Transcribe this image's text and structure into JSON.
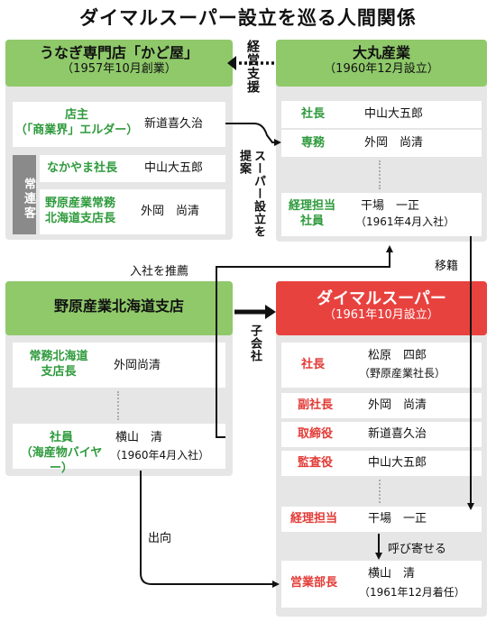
{
  "title": "ダイマルスーパー設立を巡る人間関係",
  "unagi": {
    "name": "うなぎ専門店「かど屋」",
    "sub": "（1957年10月創業）",
    "owner_role_1": "店主",
    "owner_role_2": "（「商業界」エルダー）",
    "owner_name": "新道喜久治",
    "regulars_label": "常連客",
    "nakayama_role": "なかやま社長",
    "nakayama_name": "中山大五郎",
    "nohara_role_1": "野原産業常務",
    "nohara_role_2": "北海道支店長",
    "nohara_name": "外岡　尚清"
  },
  "daimaru_sangyo": {
    "name": "大丸産業",
    "sub": "（1960年12月設立）",
    "rows": [
      {
        "role": "社長",
        "name": "中山大五郎"
      },
      {
        "role": "専務",
        "name": "外岡　尚清"
      }
    ],
    "keiri_role_1": "経理担当",
    "keiri_role_2": "社員",
    "keiri_name": "干場　一正",
    "keiri_note": "（1961年4月入社）"
  },
  "nohara_hokkaido": {
    "name": "野原産業北海道支店",
    "managing_role_1": "常務北海道",
    "managing_role_2": "支店長",
    "managing_name": "外岡尚清",
    "employee_role_1": "社員",
    "employee_role_2": "（海産物バイヤー）",
    "employee_name": "横山　清",
    "employee_note": "（1960年4月入社）"
  },
  "daimaru_super": {
    "name": "ダイマルスーパー",
    "sub": "（1961年10月設立）",
    "president_role": "社長",
    "president_name": "松原　四郎",
    "president_note": "（野原産業社長）",
    "rows": [
      {
        "role": "副社長",
        "name": "外岡　尚清"
      },
      {
        "role": "取締役",
        "name": "新道喜久治"
      },
      {
        "role": "監査役",
        "name": "中山大五郎"
      }
    ],
    "keiri_role": "経理担当",
    "keiri_name": "干場　一正",
    "sales_role": "営業部長",
    "sales_name": "横山　清",
    "sales_note": "（1961年12月着任）"
  },
  "connectors": {
    "support": "経営支援",
    "propose": "スーパー設立を提案",
    "transfer": "移籍",
    "recommend": "入社を推薦",
    "subsidiary": "子会社",
    "secondment": "出向",
    "summon": "呼び寄せる"
  }
}
